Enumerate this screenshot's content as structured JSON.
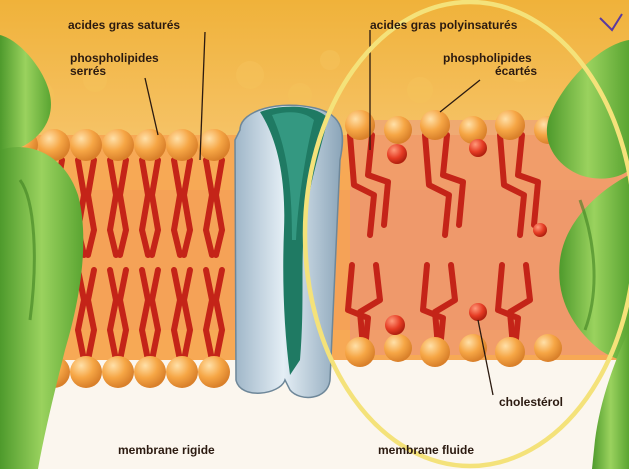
{
  "labels": {
    "acides_satures": "acides gras saturés",
    "phospho_serres_1": "phospholipides",
    "phospho_serres_2": "serrés",
    "acides_polyinsatures": "acides gras polyinsaturés",
    "phospho_ecartes_1": "phospholipides",
    "phospho_ecartes_2": "écartés",
    "cholesterol": "cholestérol",
    "membrane_rigide": "membrane rigide",
    "membrane_fluide": "membrane fluide"
  },
  "colors": {
    "background_top": "#f2b43c",
    "membrane_band": "#f6a24a",
    "phospholipid_head": "#f5a742",
    "fatty_acid_tail": "#c42418",
    "cholesterol": "#e8402a",
    "protein_channel": "#cfdde8",
    "protein_core": "#1f7a63",
    "green_protein": "#7ec04a",
    "highlight_circle": "#f4e27a"
  }
}
